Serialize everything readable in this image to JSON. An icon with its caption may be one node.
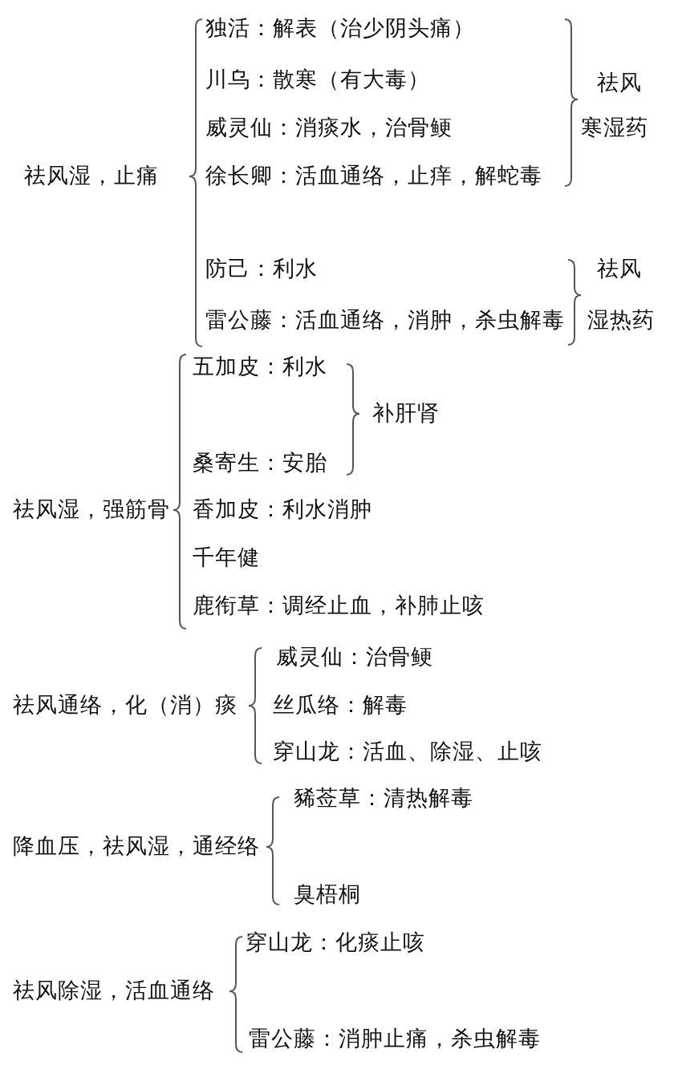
{
  "diagram": {
    "labels": [
      "独活：解表（治少阴头痛）",
      "川乌：散寒（有大毒）",
      "祛风",
      "威灵仙：消痰水，治骨鲠",
      "寒湿药",
      "祛风湿，止痛",
      "徐长卿：活血通络，止痒，解蛇毒",
      "防己：利水",
      "祛风",
      "雷公藤：活血通络，消肿，杀虫解毒",
      "湿热药",
      "五加皮：利水",
      "补肝肾",
      "桑寄生：安胎",
      "祛风湿，强筋骨",
      "香加皮：利水消肿",
      "千年健",
      "鹿衔草：调经止血，补肺止咳",
      "威灵仙：治骨鲠",
      "祛风通络，化（消）痰",
      "丝瓜络：解毒",
      "穿山龙：活血、除湿、止咳",
      "豨莶草：清热解毒",
      "降血压，祛风湿，通经络",
      "臭梧桐",
      "穿山龙：化痰止咳",
      "祛风除湿，活血通络",
      "雷公藤：消肿止痛，杀虫解毒"
    ]
  }
}
